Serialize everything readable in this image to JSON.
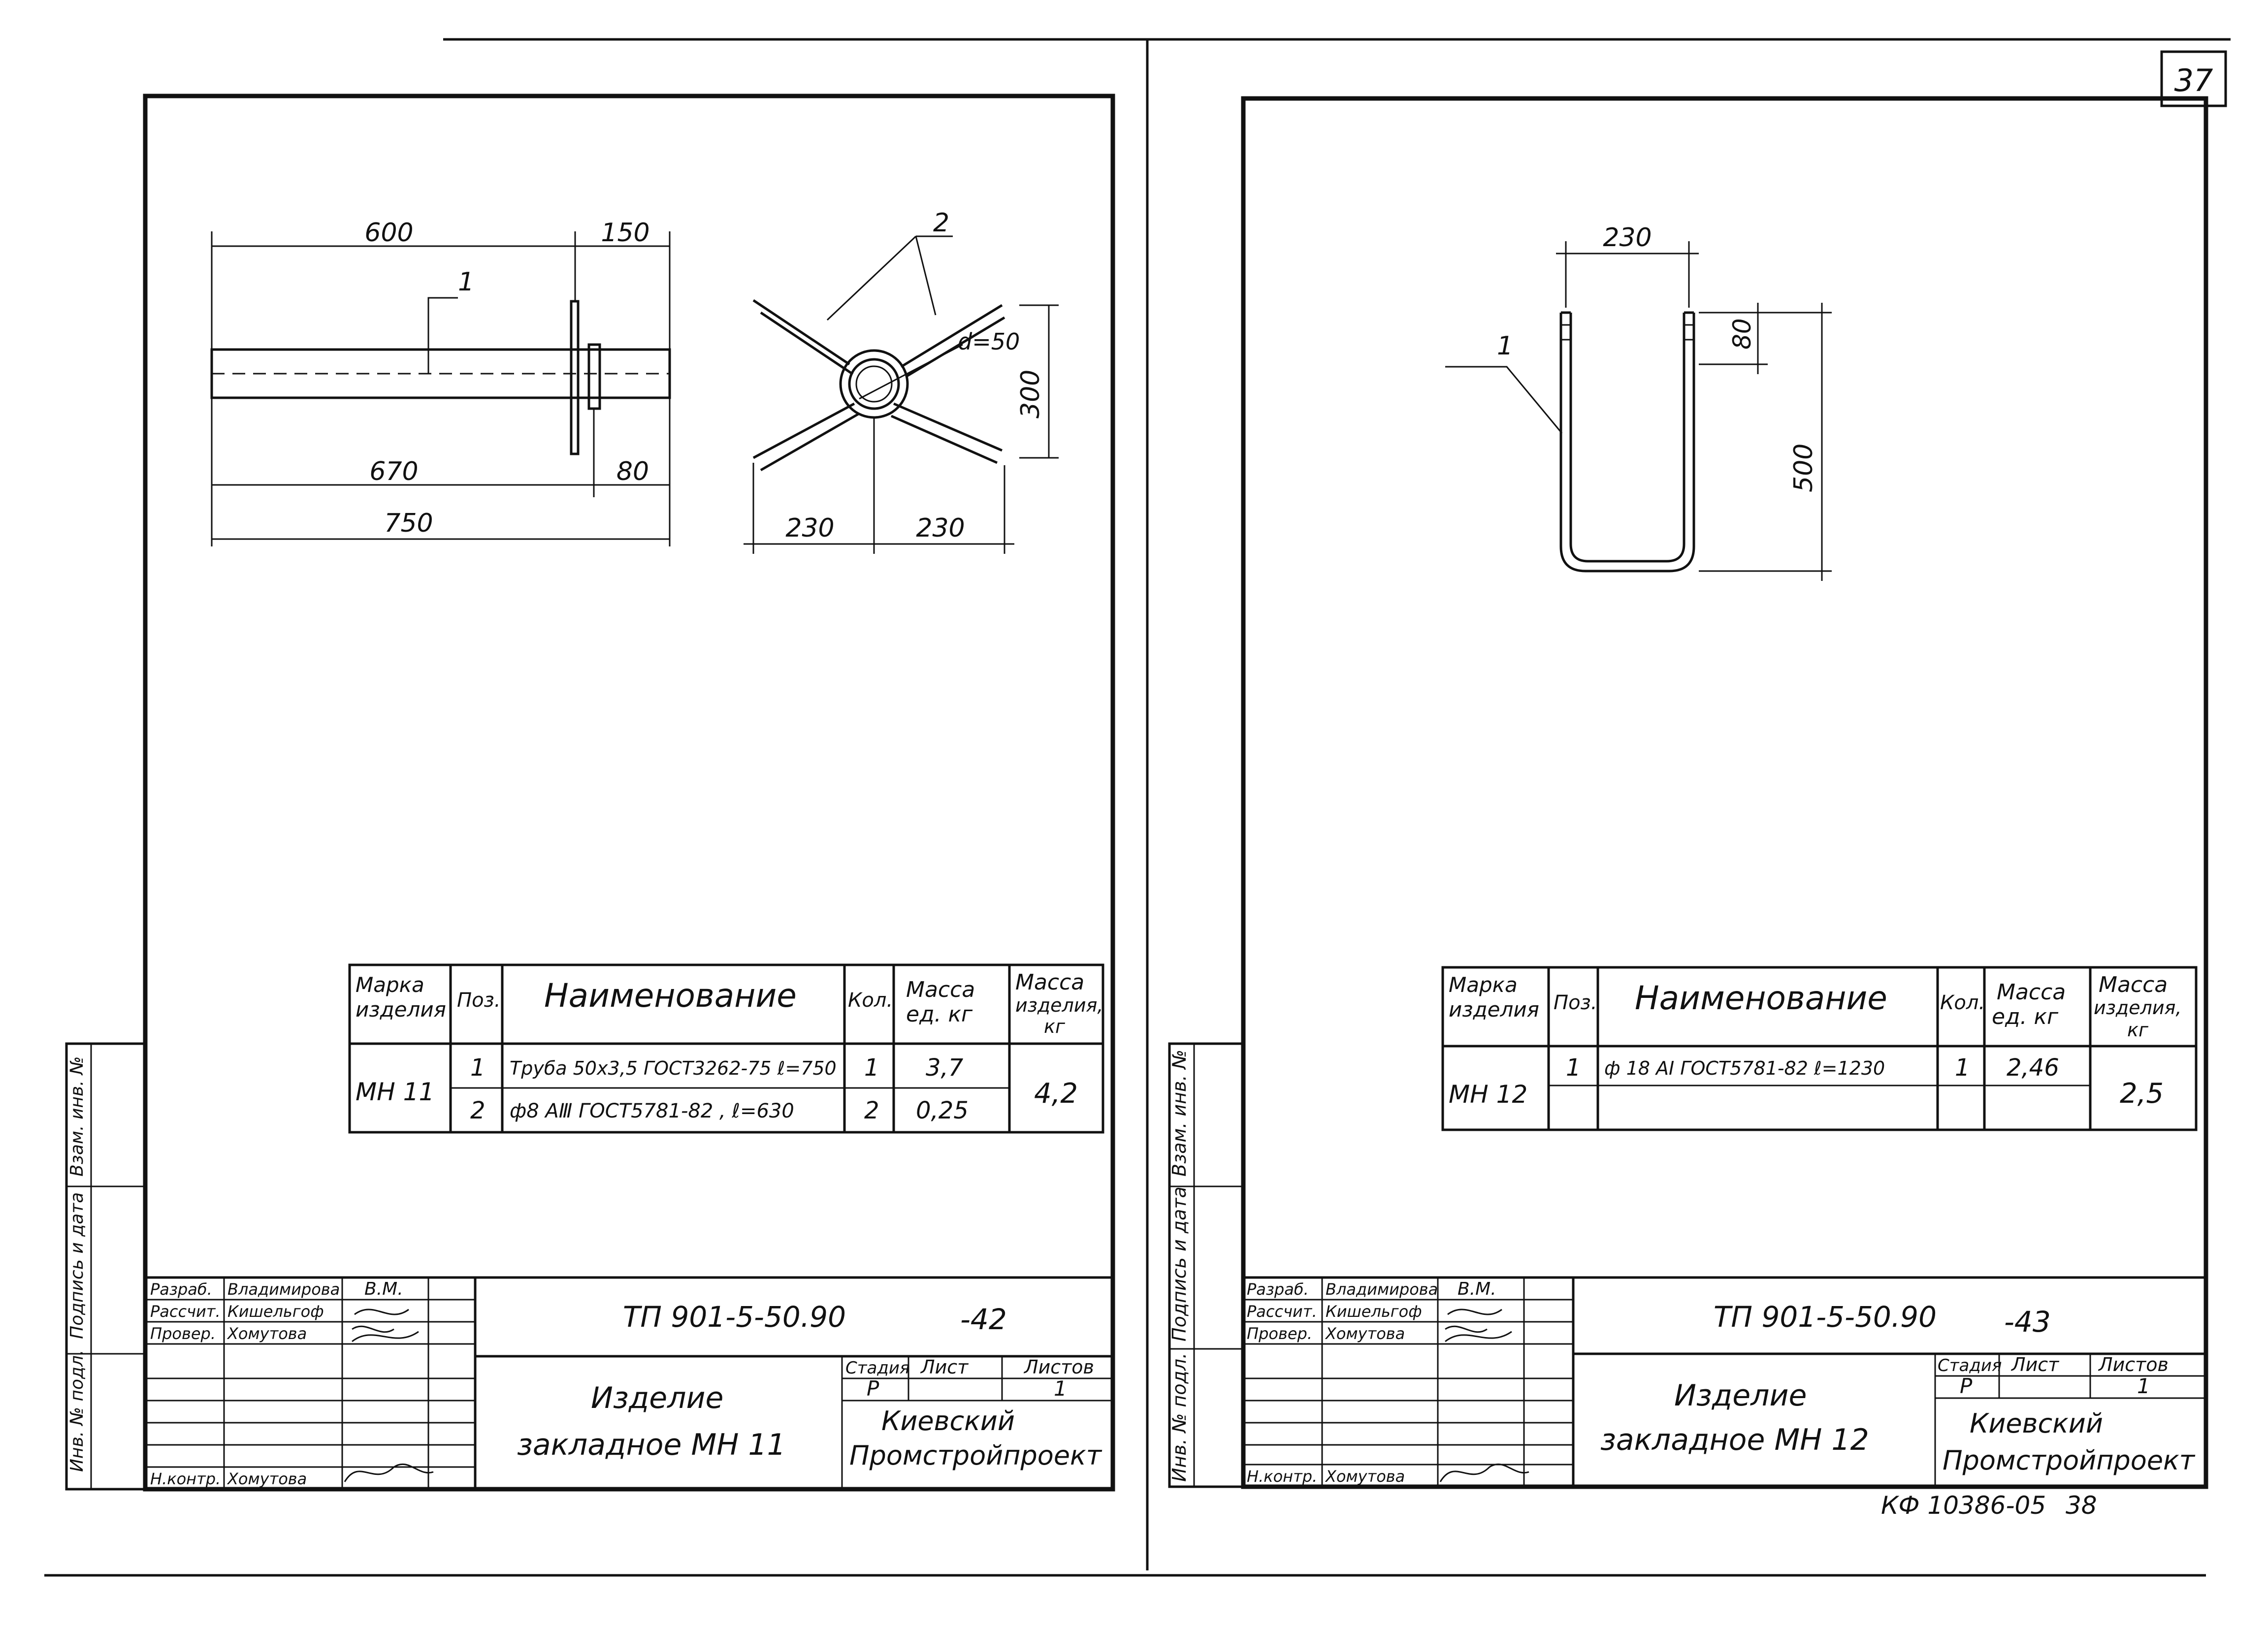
{
  "page_number": "37",
  "footer": {
    "code": "КФ 10386-05",
    "number": "38"
  },
  "left_sheet": {
    "drawing": {
      "dims": {
        "d600": "600",
        "d150": "150",
        "d670": "670",
        "d80": "80",
        "d750": "750",
        "d230a": "230",
        "d230b": "230",
        "d300": "300",
        "da50": "d=50"
      },
      "pos": {
        "p1": "1",
        "p2": "2"
      }
    },
    "spec": {
      "headers": {
        "mark": [
          "Марка",
          "изделия"
        ],
        "pos": "Поз.",
        "name": "Наименование",
        "qty": "Кол.",
        "unit_mass": [
          "Масса",
          "ед. кг"
        ],
        "item_mass": [
          "Масса",
          "изделия,",
          "кг"
        ]
      },
      "mark": "МН 11",
      "rows": [
        {
          "pos": "1",
          "name": "Труба 50х3,5 ГОСТ3262-75 ℓ=750",
          "qty": "1",
          "mass": "3,7"
        },
        {
          "pos": "2",
          "name": "ф8 АⅢ ГОСТ5781-82 , ℓ=630",
          "qty": "2",
          "mass": "0,25"
        }
      ],
      "total": "4,2"
    },
    "title_block": {
      "code": "ТП 901-5-50.90",
      "sheet_code": "-42",
      "title": [
        "Изделие",
        "закладное МН 11"
      ],
      "stage_label": "Стадия",
      "sheet_label": "Лист",
      "sheets_label": "Листов",
      "stage": "Р",
      "sheets": "1",
      "org": [
        "Киевский",
        "Промстройпроект"
      ],
      "roles": [
        {
          "role": "Разраб.",
          "name": "Владимирова",
          "sign": "В.М."
        },
        {
          "role": "Рассчит.",
          "name": "Кишельгоф",
          "sign": ""
        },
        {
          "role": "Провер.",
          "name": "Хомутова",
          "sign": ""
        },
        {
          "role": "Н.контр.",
          "name": "Хомутова",
          "sign": ""
        }
      ]
    },
    "side_labels": [
      "Инв. № подл.",
      "Подпись и дата",
      "Взам. инв. №"
    ]
  },
  "right_sheet": {
    "drawing": {
      "dims": {
        "d230": "230",
        "d80": "80",
        "d500": "500"
      },
      "pos": {
        "p1": "1"
      }
    },
    "spec": {
      "headers": {
        "mark": [
          "Марка",
          "изделия"
        ],
        "pos": "Поз.",
        "name": "Наименование",
        "qty": "Кол.",
        "unit_mass": [
          "Масса",
          "ед. кг"
        ],
        "item_mass": [
          "Масса",
          "изделия,",
          "кг"
        ]
      },
      "mark": "МН 12",
      "rows": [
        {
          "pos": "1",
          "name": "ф 18 АⅠ ГОСТ5781-82 ℓ=1230",
          "qty": "1",
          "mass": "2,46"
        }
      ],
      "total": "2,5"
    },
    "title_block": {
      "code": "ТП 901-5-50.90",
      "sheet_code": "-43",
      "title": [
        "Изделие",
        "закладное МН 12"
      ],
      "stage_label": "Стадия",
      "sheet_label": "Лист",
      "sheets_label": "Листов",
      "stage": "Р",
      "sheets": "1",
      "org": [
        "Киевский",
        "Промстройпроект"
      ],
      "roles": [
        {
          "role": "Разраб.",
          "name": "Владимирова",
          "sign": "В.М."
        },
        {
          "role": "Рассчит.",
          "name": "Кишельгоф",
          "sign": ""
        },
        {
          "role": "Провер.",
          "name": "Хомутова",
          "sign": ""
        },
        {
          "role": "Н.контр.",
          "name": "Хомутова",
          "sign": ""
        }
      ]
    },
    "side_labels": [
      "Инв. № подл.",
      "Подпись и дата",
      "Взам. инв. №"
    ]
  }
}
